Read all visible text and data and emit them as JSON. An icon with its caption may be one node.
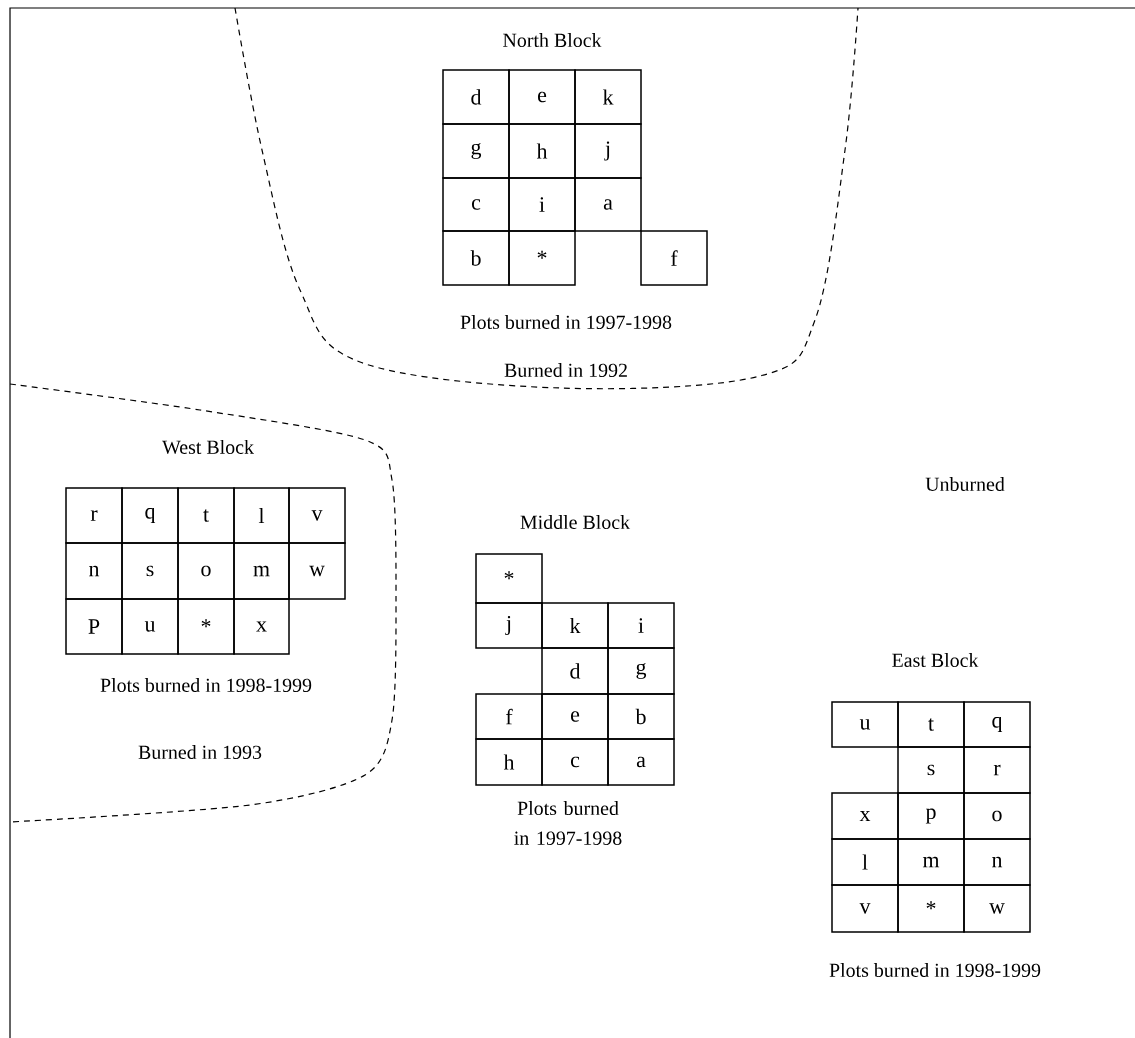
{
  "diagram": {
    "nodes": [
      {
        "text": [
          "d"
        ]
      },
      {
        "text": [
          "e"
        ]
      },
      {
        "text": [
          "k"
        ]
      },
      {
        "text": [
          "g"
        ]
      },
      {
        "text": [
          "h"
        ]
      },
      {
        "text": [
          "j"
        ]
      },
      {
        "text": [
          "c"
        ]
      },
      {
        "text": [
          "i"
        ]
      },
      {
        "text": [
          "a"
        ]
      },
      {
        "text": [
          "b"
        ]
      },
      {
        "text": [
          "*"
        ]
      },
      {
        "text": [
          "f"
        ]
      },
      {
        "text": [
          "r"
        ]
      },
      {
        "text": [
          "q"
        ]
      },
      {
        "text": [
          "t"
        ]
      },
      {
        "text": [
          "l"
        ]
      },
      {
        "text": [
          "v"
        ]
      },
      {
        "text": [
          "n"
        ]
      },
      {
        "text": [
          "s"
        ]
      },
      {
        "text": [
          "o"
        ]
      },
      {
        "text": [
          "m"
        ]
      },
      {
        "text": [
          "w"
        ]
      },
      {
        "text": [
          "P"
        ]
      },
      {
        "text": [
          "u"
        ]
      },
      {
        "text": [
          "*"
        ]
      },
      {
        "text": [
          "x"
        ]
      },
      {
        "text": [
          "*"
        ]
      },
      {
        "text": [
          "j"
        ]
      },
      {
        "text": [
          "k"
        ]
      },
      {
        "text": [
          "i"
        ]
      },
      {
        "text": [
          "d"
        ]
      },
      {
        "text": [
          "g"
        ]
      },
      {
        "text": [
          "f"
        ]
      },
      {
        "text": [
          "e"
        ]
      },
      {
        "text": [
          "b"
        ]
      },
      {
        "text": [
          "h"
        ]
      },
      {
        "text": [
          "c"
        ]
      },
      {
        "text": [
          "a"
        ]
      },
      {
        "text": [
          "u"
        ]
      },
      {
        "text": [
          "t"
        ]
      },
      {
        "text": [
          "q"
        ]
      },
      {
        "text": [
          "s"
        ]
      },
      {
        "text": [
          "r"
        ]
      },
      {
        "text": [
          "x"
        ]
      },
      {
        "text": [
          "p"
        ]
      },
      {
        "text": [
          "o"
        ]
      },
      {
        "text": [
          "l"
        ]
      },
      {
        "text": [
          "m"
        ]
      },
      {
        "text": [
          "n"
        ]
      },
      {
        "text": [
          "v"
        ]
      },
      {
        "text": [
          "*"
        ]
      },
      {
        "text": [
          "w"
        ]
      }
    ],
    "labels": [
      "North Block",
      "Plots burned in 1997-1998",
      "Burned in 1992",
      "West Block",
      "Unburned",
      "Middle Block",
      "Plots burned in 1998-1999",
      "East Block",
      "Burned in 1993",
      "Plots burned in 1997-1998",
      "Plots burned in 1998-1999"
    ]
  }
}
